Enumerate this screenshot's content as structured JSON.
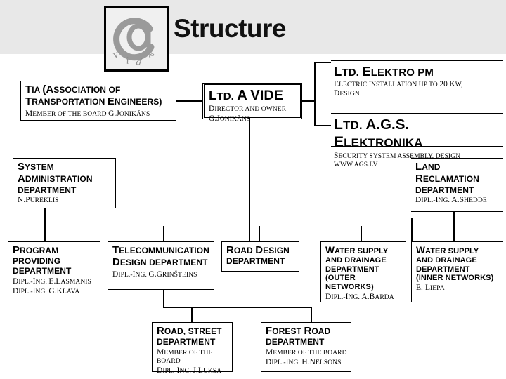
{
  "header": {
    "title": "Structure",
    "logo": {
      "name": "at-vide-logo",
      "symbol": "@",
      "wordmark": "vide",
      "letters": [
        "v",
        "i",
        "d",
        "e"
      ]
    }
  },
  "colors": {
    "header_band": "#e8e8e8",
    "page_background": "#ffffff",
    "line": "#000000",
    "text": "#000000",
    "logo_gray": "#9a9a9a"
  },
  "chart": {
    "type": "org-chart",
    "nodes": [
      {
        "id": "tia",
        "title_lines": [
          "TIA (Association of",
          "Transportation Engineers)"
        ],
        "title": "TIA (ASSOCIATION OF TRANSPORTATION ENGINEERS)",
        "subtitle_lines": [
          "Member of the board G.Jonikāns"
        ],
        "style": "boxed"
      },
      {
        "id": "a-vide",
        "title_lines": [
          "Ltd. A vide"
        ],
        "title": "LTD. A VIDE",
        "subtitle_lines": [
          "Director and owner",
          "G.Jonikāns"
        ],
        "style": "double-boxed"
      },
      {
        "id": "elektro-pm",
        "title_lines": [
          "Ltd. Elektro PM"
        ],
        "title": "LTD. ELEKTRO PM",
        "subtitle_lines": [
          "Electric installation up to 20 kW,",
          "design"
        ],
        "style": "rule-top-bottom"
      },
      {
        "id": "ags-elektronika",
        "title_lines": [
          "Ltd. A.G.S. Elektronika"
        ],
        "title": "LTD. A.G.S. ELEKTRONIKA",
        "subtitle_lines": [
          "Security system assembly, design",
          "www.ags.lv"
        ],
        "style": "rule-top-bottom"
      },
      {
        "id": "system-administration",
        "title_lines": [
          "System",
          "Administration",
          "department"
        ],
        "title": "SYSTEM ADMINISTRATION DEPARTMENT",
        "subtitle_lines": [
          "N.Pureklis"
        ],
        "style": "open-top-right"
      },
      {
        "id": "land-reclamation",
        "title_lines": [
          "Land",
          "Reclamation",
          "department"
        ],
        "title": "LAND RECLAMATION DEPARTMENT",
        "subtitle_lines": [
          "Dipl.-Ing. A.Shedde"
        ],
        "style": "rule-top-bottom"
      },
      {
        "id": "program-providing",
        "title_lines": [
          "Program",
          "providing",
          "department"
        ],
        "title": "PROGRAM PROVIDING DEPARTMENT",
        "subtitle_lines": [
          "Dipl.-Ing. E.Lasmanis",
          "Dipl.-Ing. G.Klava"
        ],
        "style": "boxed"
      },
      {
        "id": "telecommunication-design",
        "title_lines": [
          "Telecommunication",
          "Design department"
        ],
        "title": "TELECOMMUNICATION DESIGN DEPARTMENT",
        "subtitle_lines": [
          "Dipl.-Ing. G.Grinšteins"
        ],
        "style": "open-top-left"
      },
      {
        "id": "road-design",
        "title_lines": [
          "Road Design",
          "department"
        ],
        "title": "ROAD DESIGN DEPARTMENT",
        "subtitle_lines": [],
        "style": "boxed"
      },
      {
        "id": "water-supply-outer",
        "title_lines": [
          "Water supply",
          "and drainage",
          "department",
          "(outer networks)"
        ],
        "title": "WATER SUPPLY AND DRAINAGE DEPARTMENT (OUTER NETWORKS)",
        "subtitle_lines": [
          "Dipl.-Ing. A.Barda"
        ],
        "style": "boxed"
      },
      {
        "id": "water-supply-inner",
        "title_lines": [
          "Water supply",
          "and drainage",
          "department",
          "(inner networks)"
        ],
        "title": "WATER SUPPLY AND DRAINAGE DEPARTMENT (INNER NETWORKS)",
        "subtitle_lines": [
          "E. Liepa"
        ],
        "style": "open-top-left"
      },
      {
        "id": "road-street",
        "title_lines": [
          "Road, street",
          "department"
        ],
        "title": "ROAD, STREET DEPARTMENT",
        "subtitle_lines": [
          "Member of the board",
          "Dipl.-Ing. J.Luksa"
        ],
        "style": "boxed"
      },
      {
        "id": "forest-road",
        "title_lines": [
          "Forest Road",
          "department"
        ],
        "title": "FOREST ROAD DEPARTMENT",
        "subtitle_lines": [
          "Member of the board",
          "Dipl.-Ing. H.Nelsons"
        ],
        "style": "boxed"
      }
    ]
  }
}
